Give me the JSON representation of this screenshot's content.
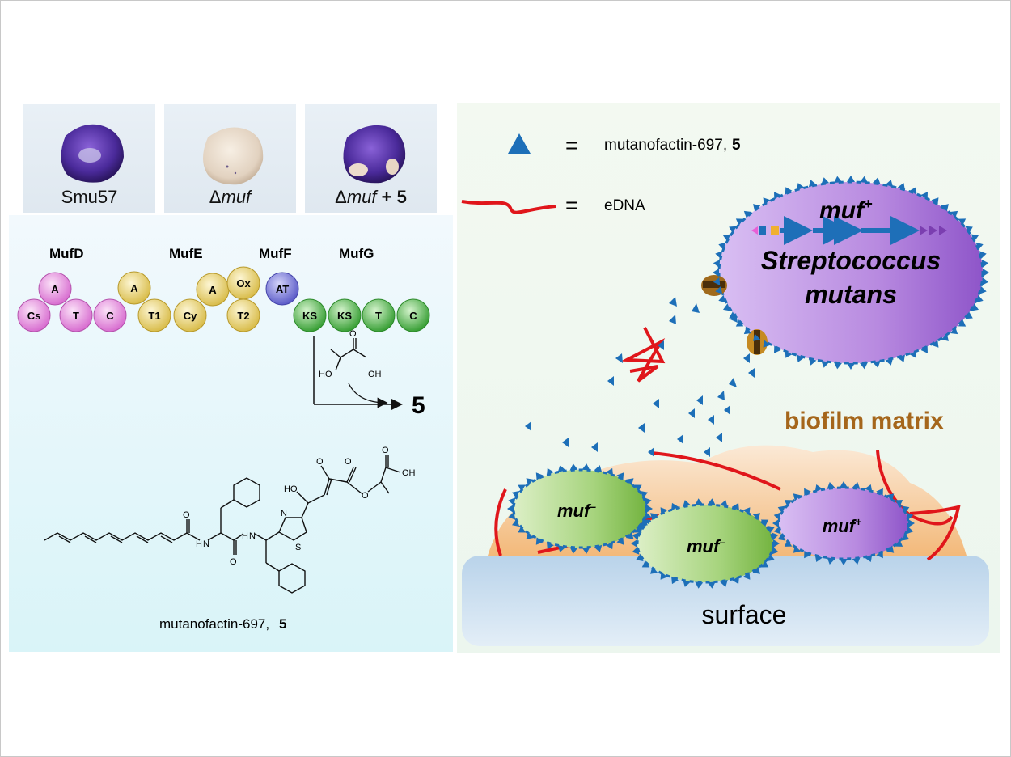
{
  "photos": [
    {
      "label_main": "Smu57",
      "label_italic": "",
      "label_plus": ""
    },
    {
      "label_main": "Δ",
      "label_italic": "muf",
      "label_plus": ""
    },
    {
      "label_main": "Δ",
      "label_italic": "muf",
      "label_plus": " + 5"
    }
  ],
  "assembly_line": {
    "proteins": [
      "MufD",
      "MufE",
      "MufF",
      "MufG"
    ],
    "domains": [
      "A",
      "Cs",
      "T",
      "C",
      "A",
      "T1",
      "Cy",
      "A",
      "Ox",
      "T2",
      "AT",
      "KS",
      "KS",
      "T",
      "C"
    ],
    "product_label": "5",
    "substrate_labels": {
      "ho": "HO",
      "oh": "OH",
      "o": "O"
    }
  },
  "structure": {
    "atoms": {
      "o1": "O",
      "o2": "O",
      "o3": "O",
      "o4": "O",
      "o5": "O",
      "oh1": "OH",
      "ho": "HO",
      "nh1": "H",
      "nh1n": "N",
      "nh2": "H",
      "nh2n": "N",
      "n_thz": "N",
      "s_thz": "S"
    },
    "caption_name": "mutanofactin-697,",
    "caption_num": "5"
  },
  "legend": {
    "triangle_eq": "=",
    "triangle_label": "mutanofactin-697,",
    "triangle_num": "5",
    "edna_eq": "=",
    "edna_label": "eDNA"
  },
  "cells": {
    "big_cell_gene": "muf",
    "big_cell_sup": "+",
    "big_cell_name1": "Streptococcus",
    "big_cell_name2": "mutans",
    "small1": {
      "gene": "muf",
      "sup": "–"
    },
    "small2": {
      "gene": "muf",
      "sup": "–"
    },
    "small3": {
      "gene": "muf",
      "sup": "+"
    }
  },
  "biofilm_label": "biofilm matrix",
  "surface_label": "surface",
  "colors": {
    "mufd": "#e98ee0",
    "mufe": "#e6d26c",
    "muff": "#7f7fd8",
    "mufg": "#52b84d",
    "triangle": "#1d6fb8",
    "edna": "#e0161b",
    "biofilm_text": "#a5661b",
    "cell_purple": "#b58be0",
    "cell_green": "#9fd07a"
  }
}
